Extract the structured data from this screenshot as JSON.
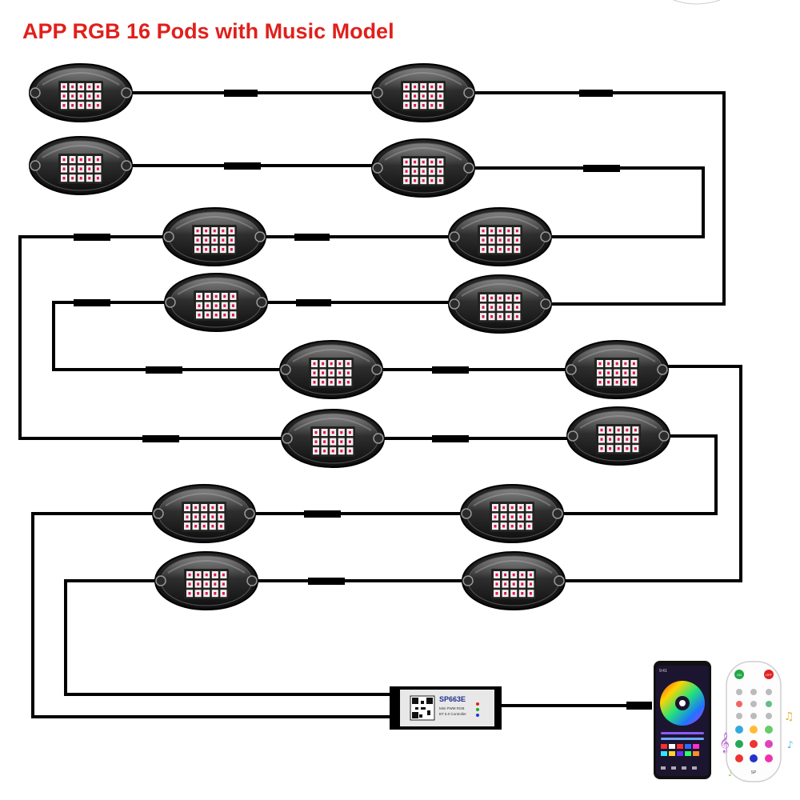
{
  "title": "APP RGB 16 Pods with Music Model",
  "colors": {
    "title": "#e0201c",
    "wire": "#000000",
    "pod_shell": "#1b1b1b",
    "pod_glass": "#3a3a3a",
    "led_face": "#f4f1ec",
    "led_chip": "#e0115f",
    "controller_body": "#e8e8e8",
    "phone_body": "#111111",
    "remote_body": "#fdfdfd"
  },
  "pods": {
    "count": 16
  },
  "controller": {
    "model_label": "SP663E",
    "sub_label_1": "Mini PWM RGB",
    "sub_label_2": "BT 5.0 Controller",
    "icon": "qr-code-icon"
  },
  "phone": {
    "icon": "color-wheel-icon",
    "time": "9:41"
  },
  "remote": {
    "icon": "music-notes-icon",
    "on_label": "ON",
    "off_label": "OFF",
    "brand_label": "SP"
  }
}
